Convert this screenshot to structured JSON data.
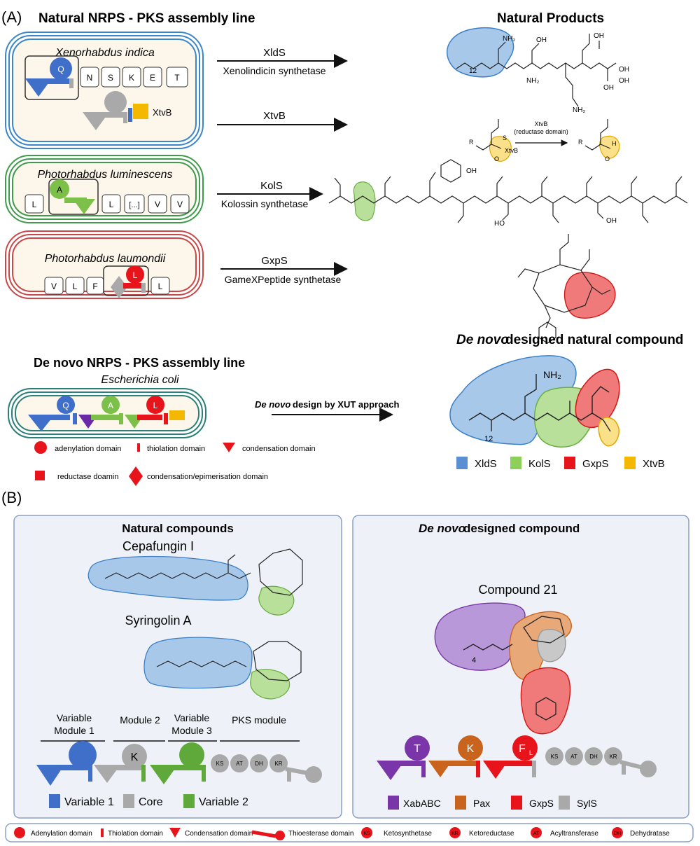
{
  "panelA": {
    "label": "(A)",
    "title_natural": "Natural NRPS - PKS assembly line",
    "title_products": "Natural Products",
    "xenorhabdus": {
      "organism": "Xenorhabdus indica",
      "domain_q": "Q",
      "modules": [
        "N",
        "S",
        "K",
        "E",
        "T"
      ],
      "xtvb_label": "XtvB"
    },
    "xlds": {
      "name": "XldS",
      "desc": "Xenolindicin synthetase"
    },
    "xtvb_arrow": {
      "name": "XtvB"
    },
    "xtvb_reaction": {
      "line1": "XtvB",
      "line2": "(reductase domain)",
      "tag": "XtvB",
      "R": "R",
      "H": "H",
      "O": "O",
      "S": "S"
    },
    "xlds_struct": {
      "sub12": "12",
      "nh2a": "NH₂",
      "nh2b": "NH₂",
      "nh2c": "NH₂",
      "oh1": "OH",
      "oh2": "OH",
      "oh3": "OH",
      "oh4": "OH",
      "oh5": "OH"
    },
    "photorhabdus_lum": {
      "organism": "Photorhabdus luminescens",
      "modules": [
        "L",
        "A",
        "L",
        "[...]",
        "V",
        "V"
      ]
    },
    "kols": {
      "name": "KolS",
      "desc": "Kolossin synthetase",
      "oh_top": "OH",
      "oh1": "HO",
      "oh2": "OH"
    },
    "photorhabdus_lau": {
      "organism": "Photorhabdus laumondii",
      "modules": [
        "V",
        "L",
        "F",
        "L",
        "L"
      ]
    },
    "gxps": {
      "name": "GxpS",
      "desc": "GameXPeptide synthetase"
    },
    "denovo_title": "De novo NRPS - PKS assembly line",
    "ecoli": "Escherichia coli",
    "ecoli_domains": [
      "Q",
      "A",
      "L"
    ],
    "xut_italic": "De novo",
    "xut_rest": " design by XUT approach",
    "denovo_compound_italic": "De novo",
    "denovo_compound_rest": " designed natural compound",
    "denovo_struct": {
      "nh2": "NH₂",
      "sub12": "12"
    },
    "legend": [
      {
        "label": "adenylation domain"
      },
      {
        "label": "thiolation domain"
      },
      {
        "label": "condensation domain"
      },
      {
        "label": "reductase doamin"
      },
      {
        "label": "condensation/epimerisation domain"
      }
    ],
    "key": [
      {
        "label": "XldS",
        "color": "#5b8fd4"
      },
      {
        "label": "KolS",
        "color": "#8cd05a"
      },
      {
        "label": "GxpS",
        "color": "#e8141c"
      },
      {
        "label": "XtvB",
        "color": "#f5b800"
      }
    ]
  },
  "panelB": {
    "label": "(B)",
    "natural_title": "Natural compounds",
    "cepafungin": "Cepafungin I",
    "syringolin": "Syringolin A",
    "modules": [
      "Variable\nModule 1",
      "Module 2",
      "Variable\nModule 3",
      "PKS module"
    ],
    "module_k": "K",
    "pks_domains": [
      "KS",
      "AT",
      "DH",
      "KR"
    ],
    "nat_key": [
      {
        "label": "Variable 1",
        "color": "#3f6fc8"
      },
      {
        "label": "Core",
        "color": "#a9a9a9"
      },
      {
        "label": "Variable 2",
        "color": "#5ea93a"
      }
    ],
    "denovo_title_italic": "De novo",
    "denovo_title_rest": " designed compound",
    "compound": "Compound 21",
    "denovo_domains": [
      "T",
      "K",
      "F"
    ],
    "f_sub": "L",
    "struct_sub4": "4",
    "denovo_key": [
      {
        "label": "XabABC",
        "color": "#7a35a8"
      },
      {
        "label": "Pax",
        "color": "#c9641e"
      },
      {
        "label": "GxpS",
        "color": "#e8141c"
      },
      {
        "label": "SylS",
        "color": "#a9a9a9"
      }
    ],
    "bottom_legend": [
      {
        "label": "Adenylation domain"
      },
      {
        "label": "Thiolation domain"
      },
      {
        "label": "Condensation domain"
      },
      {
        "label": "Thioesterase domain"
      },
      {
        "abbr": "KS",
        "label": "Ketosynthetase"
      },
      {
        "abbr": "KR",
        "label": "Ketoreductase"
      },
      {
        "abbr": "AT",
        "label": "Acyltransferase"
      },
      {
        "abbr": "DH",
        "label": "Dehydratase"
      }
    ]
  },
  "colors": {
    "blue": "#3f6fc8",
    "green": "#7cc04a",
    "red": "#e8141c",
    "yellow": "#f5b800",
    "gray": "#a9a9a9",
    "purple": "#7a35a8",
    "orange": "#c9641e",
    "darkteal": "#2a7f7a"
  }
}
